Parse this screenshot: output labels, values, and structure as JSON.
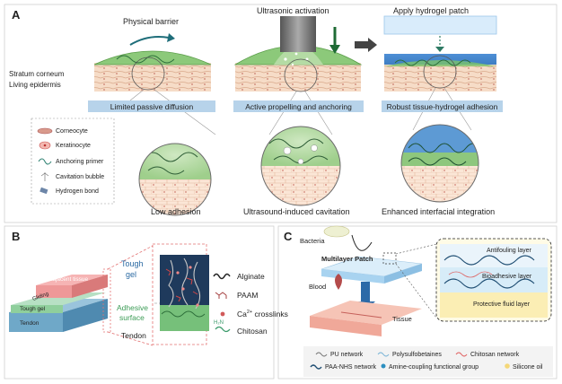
{
  "panel_a": {
    "letter": "A",
    "titles": {
      "barrier": "Physical barrier",
      "ultrasonic": "Ultrasonic activation",
      "patch": "Apply hydrogel patch"
    },
    "skin_labels": {
      "stratum": "Stratum corneum",
      "living": "Living epidermis"
    },
    "bands": {
      "b1": "Limited passive diffusion",
      "b2": "Active propelling and anchoring",
      "b3": "Robust tissue-hydrogel adhesion"
    },
    "legend": {
      "corneocyte": "Corneocyte",
      "keratinocyte": "Keratinocyte",
      "primer": "Anchoring primer",
      "bubble": "Cavitation bubble",
      "hbond": "Hydrogen bond"
    },
    "outcomes": {
      "o1": "Low adhesion",
      "o2": "Ultrasound-induced cavitation",
      "o3": "Enhanced interfacial integration"
    }
  },
  "panel_b": {
    "letter": "B",
    "block_labels": {
      "adjacent": "Adjacent tissue",
      "gliding": "Gliding",
      "tough": "Tough gel",
      "tendon": "Tendon"
    },
    "zoom_labels": {
      "tough": "Tough\ngel",
      "tough1": "Tough",
      "tough2": "gel",
      "adh1": "Adhesive",
      "adh2": "surface",
      "tendon": "Tendon"
    },
    "legend": {
      "alginate": "Alginate",
      "paam": "PAAM",
      "ca_pre": "Ca",
      "ca_sup": "2+",
      "ca_post": " crosslinks",
      "chitosan": "Chitosan",
      "h2n": "H₂N"
    }
  },
  "panel_c": {
    "letter": "C",
    "labels": {
      "bacteria": "Bacteria",
      "patch": "Multilayer Patch",
      "blood": "Blood",
      "tissue": "Tissue"
    },
    "layers": {
      "antifouling": "Antifouling layer",
      "bioadhesive": "Bioadhesive layer",
      "protective": "Protective fluid layer"
    },
    "legend": {
      "pu": "PU network",
      "psb": "Polysulfobetaines",
      "chitosan": "Chitosan network",
      "paa": "PAA-NHS network",
      "amine": "Amine-coupling functional group",
      "oil": "Silicone oil"
    }
  },
  "colors": {
    "accent_blue": "#2b6aa3",
    "band": "#b7d3ea",
    "gel_green": "#7cc46a",
    "tissue_pink": "#f0a8a0"
  }
}
